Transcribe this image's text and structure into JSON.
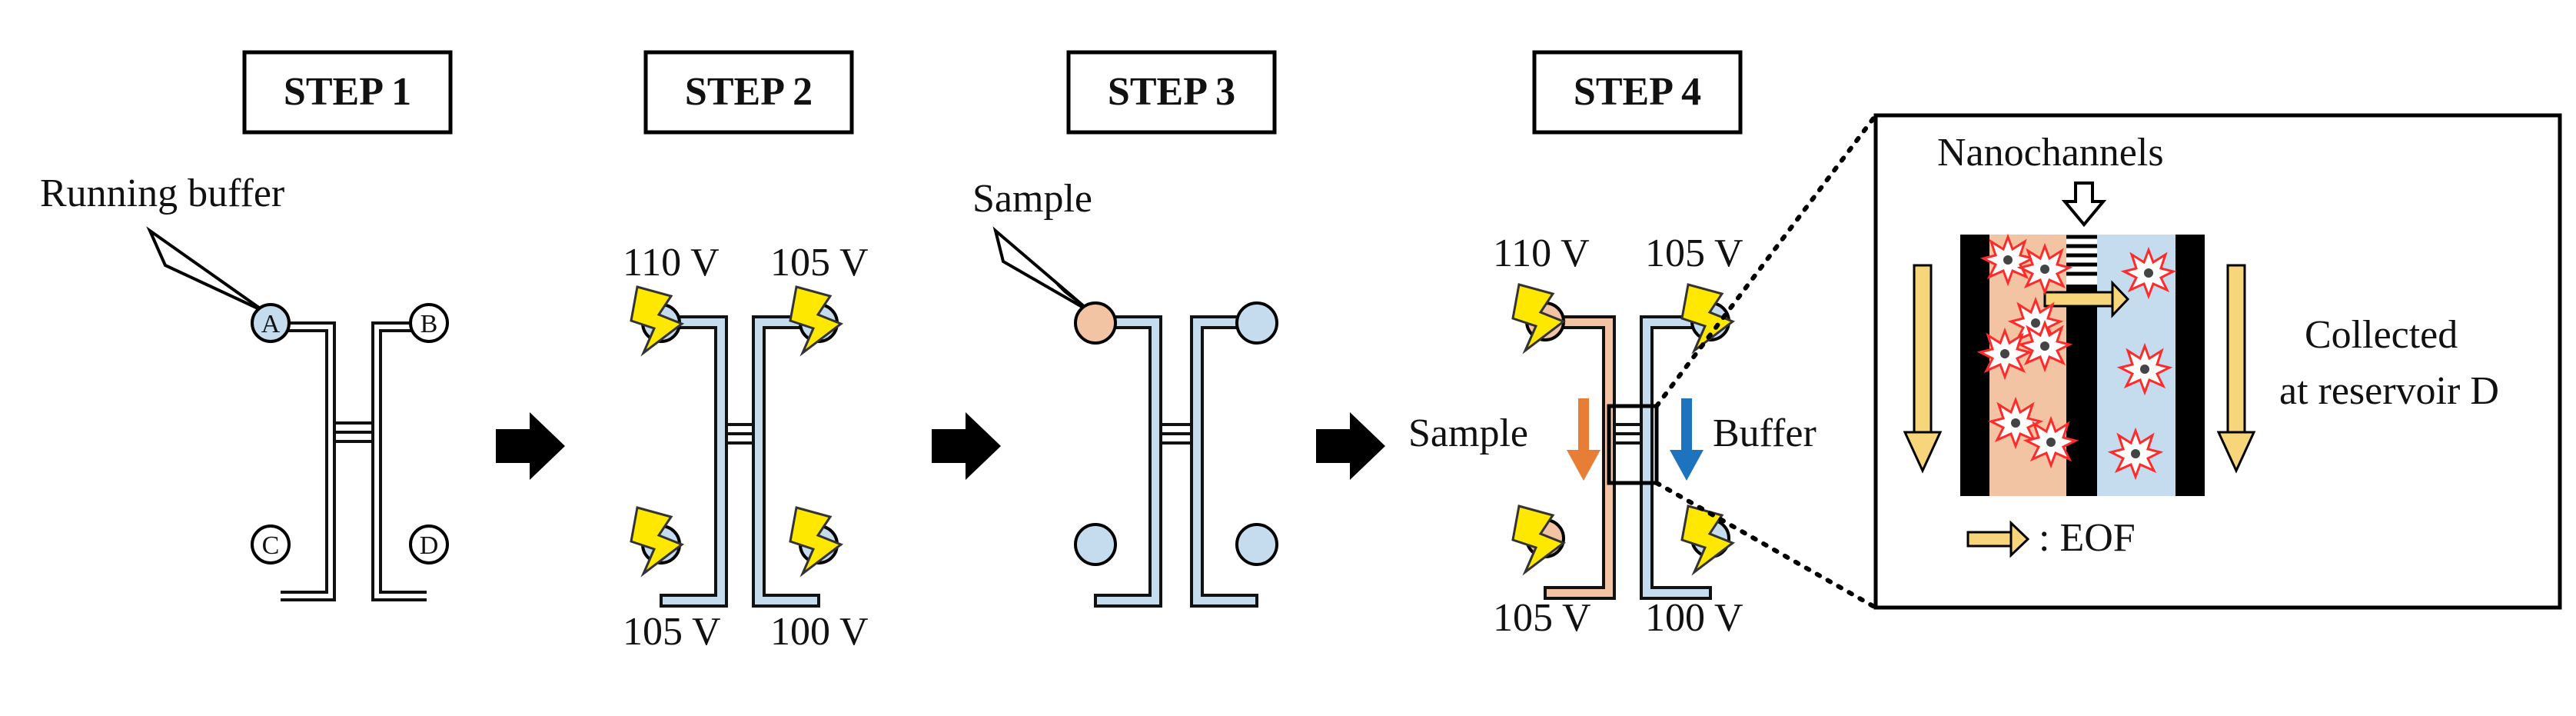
{
  "steps": [
    {
      "title": "STEP 1",
      "annotation": "Running buffer",
      "reservoirs": {
        "A": "A",
        "B": "B",
        "C": "C",
        "D": "D"
      }
    },
    {
      "title": "STEP 2",
      "voltages": {
        "top_left": "110 V",
        "top_right": "105 V",
        "bottom_left": "105 V",
        "bottom_right": "100 V"
      }
    },
    {
      "title": "STEP 3",
      "annotation": "Sample"
    },
    {
      "title": "STEP 4",
      "voltages": {
        "top_left": "110 V",
        "top_right": "105 V",
        "bottom_left": "105 V",
        "bottom_right": "100 V"
      },
      "left_label": "Sample",
      "right_label": "Buffer"
    }
  ],
  "inset": {
    "nanochannels_label": "Nanochannels",
    "collected_line1": "Collected",
    "collected_line2": "at reservoir D",
    "legend_label": ": EOF"
  },
  "colors": {
    "buffer_fill": "#c5dcef",
    "sample_fill": "#f2c4a4",
    "sample_arrow": "#e87d35",
    "buffer_arrow": "#1e73be",
    "eof_arrow": "#f7d57a",
    "lightning": "#ffe800",
    "particle": "#ff2a2a"
  },
  "icons": [
    "arrow-right-icon",
    "lightning-icon",
    "pipette-icon",
    "star-particle-icon"
  ]
}
